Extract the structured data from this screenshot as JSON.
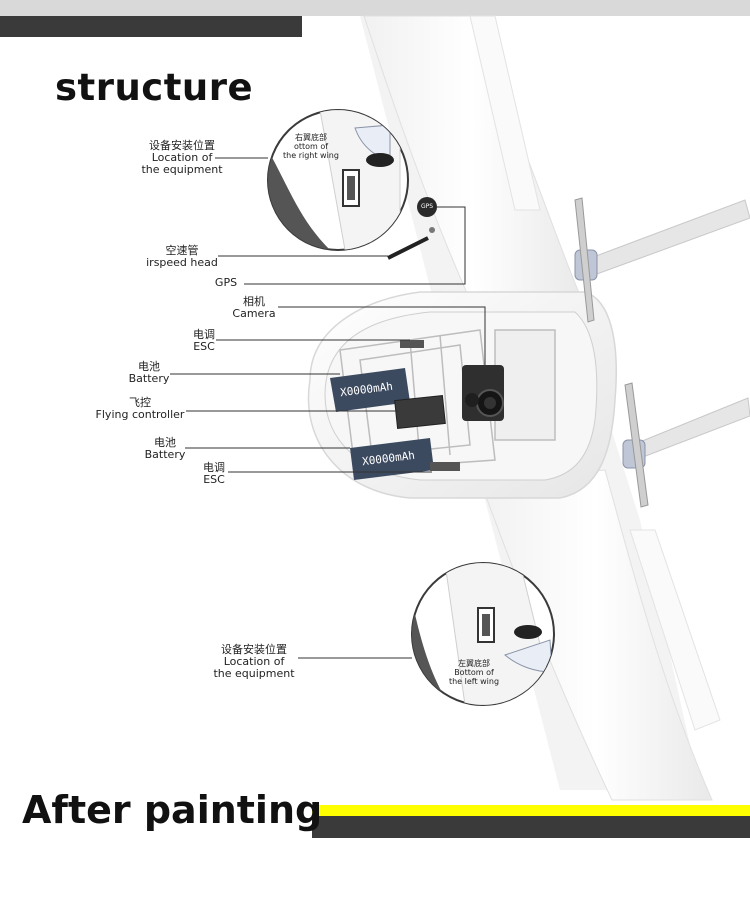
{
  "headings": {
    "top": "structure",
    "bottom": "After painting"
  },
  "labels": {
    "equipment_top": {
      "cn": "设备安装位置",
      "en1": "Location of",
      "en2": "the equipment"
    },
    "right_wing_inset": {
      "cn": "右翼底部",
      "en1": "ottom of",
      "en2": "the right wing"
    },
    "airspeed": {
      "cn": "空速管",
      "en": "irspeed head"
    },
    "gps": {
      "en": "GPS",
      "badge": "GPS"
    },
    "camera": {
      "cn": "相机",
      "en": "Camera"
    },
    "esc_top": {
      "cn": "电调",
      "en": "ESC"
    },
    "battery_top": {
      "cn": "电池",
      "en": "Battery"
    },
    "flight_controller": {
      "cn": "飞控",
      "en": "Flying controller"
    },
    "battery_bottom": {
      "cn": "电池",
      "en": "Battery"
    },
    "esc_bottom": {
      "cn": "电调",
      "en": "ESC"
    },
    "equipment_bottom": {
      "cn": "设备安装位置",
      "en1": "Location of",
      "en2": "the equipment"
    },
    "left_wing_inset": {
      "cn": "左翼底部",
      "en1": "Bottom of",
      "en2": "the left wing"
    }
  },
  "batteries": {
    "top_text": "X0000mAh",
    "bottom_text": "X0000mAh"
  },
  "colors": {
    "band_dark": "#3a3a3a",
    "band_yellow": "#ffff00",
    "band_light": "#d9d9d9",
    "battery": "#3c4a60"
  }
}
